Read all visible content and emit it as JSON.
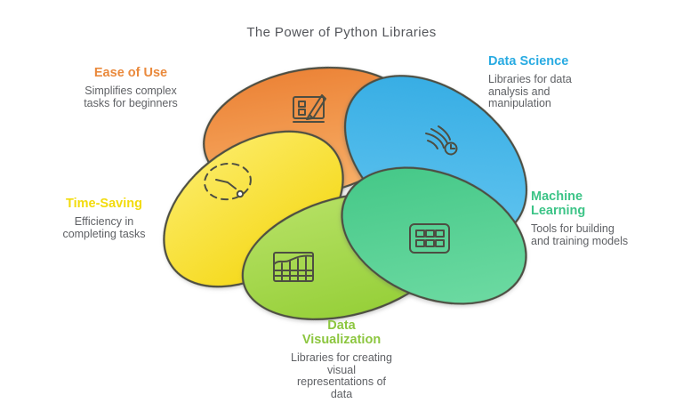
{
  "title": "The Power of Python Libraries",
  "colors": {
    "outline": "#4D4E42",
    "title": "#54565B",
    "description": "#5F6165"
  },
  "petals": [
    {
      "id": "ease-of-use",
      "label": "Ease of Use",
      "description": "Simplifies complex\ntasks for beginners",
      "heading_color": "#EA8A3D",
      "fill": [
        "#EC8438",
        "#F8AF67"
      ],
      "icon": "monitor-pencil-icon"
    },
    {
      "id": "data-science",
      "label": "Data Science",
      "description": "Libraries for data\nanalysis and\nmanipulation",
      "heading_color": "#29ABE2",
      "fill": [
        "#2FA9E2",
        "#6AC9F2"
      ],
      "icon": "wind-clock-icon"
    },
    {
      "id": "machine-learning",
      "label": "Machine\nLearning",
      "description": "Tools for building\nand training models",
      "heading_color": "#3CC487",
      "fill": [
        "#3FC584",
        "#73DDA6"
      ],
      "icon": "table-grid-icon"
    },
    {
      "id": "data-visualization",
      "label": "Data\nVisualization",
      "description": "Libraries for creating\nvisual\nrepresentations of\ndata",
      "heading_color": "#8CC63F",
      "fill": [
        "#B3DF61",
        "#97D03A"
      ],
      "icon": "area-chart-icon"
    },
    {
      "id": "time-saving",
      "label": "Time-Saving",
      "description": "Efficiency in\ncompleting tasks",
      "heading_color": "#F2DB0C",
      "fill": [
        "#FBE95E",
        "#F5D91A"
      ],
      "icon": "dashed-clock-icon"
    }
  ]
}
